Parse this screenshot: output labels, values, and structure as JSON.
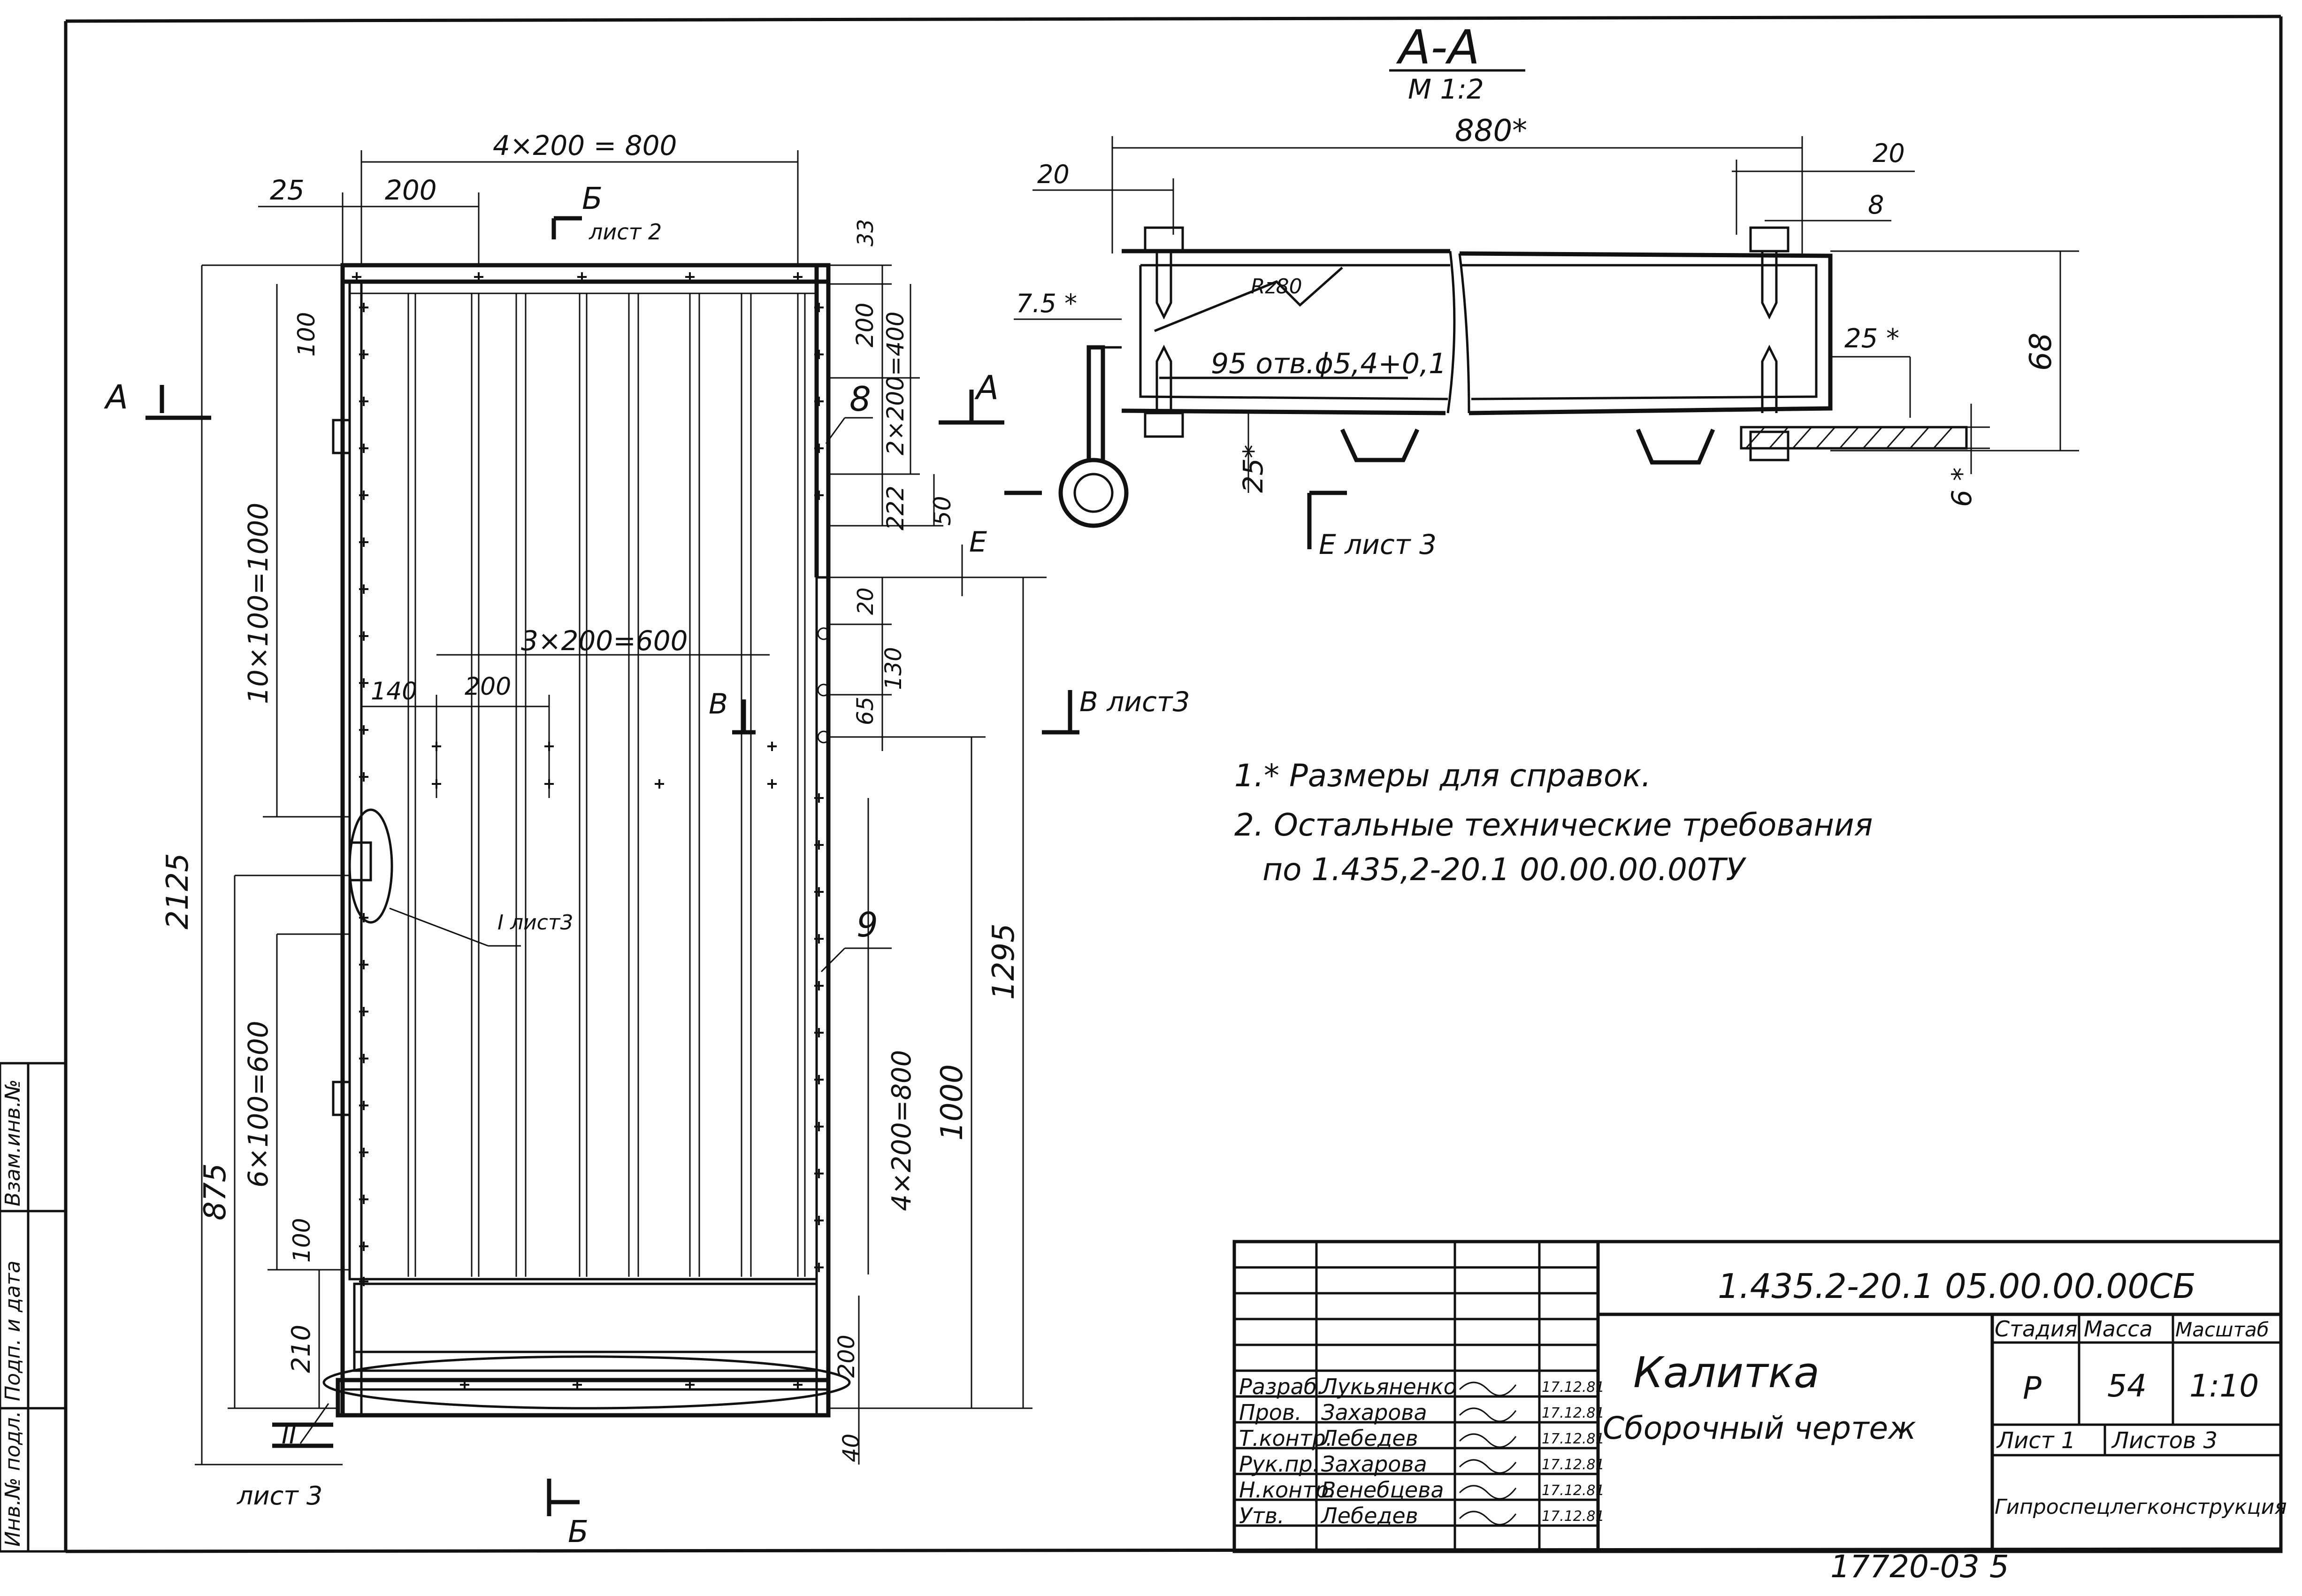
{
  "section": {
    "title": "А-А",
    "scale": "М 1:2"
  },
  "front_view": {
    "dims_top": [
      "4×200 = 800",
      "25",
      "200"
    ],
    "cut_b_top": {
      "letter": "Б",
      "sheet": "лист 2"
    },
    "dims_left": [
      "100",
      "10×100=1000",
      "2125",
      "6×100=600",
      "875",
      "100",
      "210"
    ],
    "dims_right": [
      "33",
      "200",
      "2×200=400",
      "222",
      "50",
      "20",
      "130",
      "65",
      "1295",
      "1000",
      "4×200=800",
      "200",
      "40"
    ],
    "dims_inner": [
      "3×200=600",
      "140",
      "200"
    ],
    "view_a_left": "А",
    "view_a_right": "А",
    "cut_b_bottom": "Б",
    "cut_b_inner": "В",
    "view_b_label": "В лист3",
    "view_e": "Е",
    "detail_i": "I лист3",
    "detail_ii": {
      "label": "II",
      "sheet": "лист 3"
    },
    "callouts": [
      "8",
      "9"
    ]
  },
  "section_view": {
    "dims": [
      "880*",
      "20",
      "20",
      "8",
      "7.5 *",
      "25 *",
      "68",
      "25*",
      "6 *"
    ],
    "roughness": "Rz80",
    "holes": "95 отв.ϕ5,4+0,1",
    "view_e": "Е лист 3"
  },
  "notes": [
    "1.* Размеры для справок.",
    "2. Остальные технические требования",
    "по 1.435,2-20.1 00.00.00.00ТУ"
  ],
  "title_block": {
    "doc_number": "1.435.2-20.1 05.00.00.00СБ",
    "name_line1": "Калитка",
    "name_line2": "Сборочный чертеж",
    "headers": {
      "stage": "Стадия",
      "mass": "Масса",
      "scale": "Масштаб"
    },
    "values": {
      "stage": "Р",
      "mass": "54",
      "scale": "1:10"
    },
    "sheet": "Лист 1",
    "sheets_total": "Листов 3",
    "organization": "Гипроспецлегконструкция",
    "signatures": [
      {
        "role": "Разраб.",
        "name": "Лукьяненко",
        "date": "17.12.81"
      },
      {
        "role": "Пров.",
        "name": "Захарова",
        "date": "17.12.81"
      },
      {
        "role": "Т.контр.",
        "name": "Лебедев",
        "date": "17.12.81"
      },
      {
        "role": "Рук.пр.",
        "name": "Захарова",
        "date": "17.12.81"
      },
      {
        "role": "Н.контр.",
        "name": "Венебцева",
        "date": "17.12.81"
      },
      {
        "role": "Утв.",
        "name": "Лебедев",
        "date": "17.12.81"
      }
    ]
  },
  "side_stamp": [
    "Инв.№ подл.",
    "Подп. и дата",
    "Взам.инв.№"
  ],
  "footer": "17720-03 5"
}
